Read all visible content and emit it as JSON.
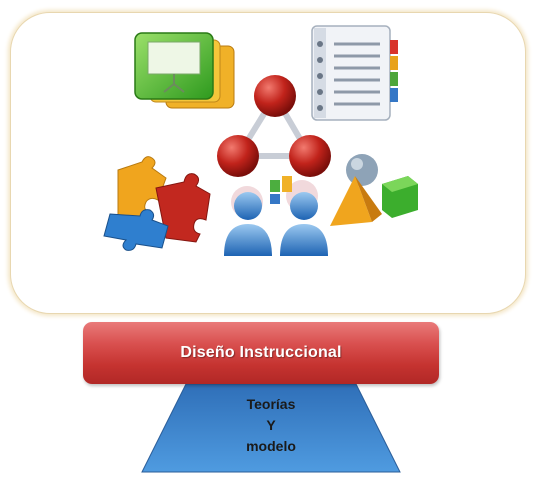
{
  "banner": {
    "label": "Diseño Instruccional"
  },
  "base": {
    "lines": [
      "Teorías",
      "Y",
      "modelo"
    ]
  },
  "colors": {
    "banner_red": "#c53330",
    "base_blue": "#3d86d2",
    "border_tan": "#e8d7b0"
  },
  "icons": [
    "presentation-icon",
    "notebook-icon",
    "puzzle-icon",
    "network-triangle-icon",
    "people-icon",
    "shapes-icon"
  ]
}
